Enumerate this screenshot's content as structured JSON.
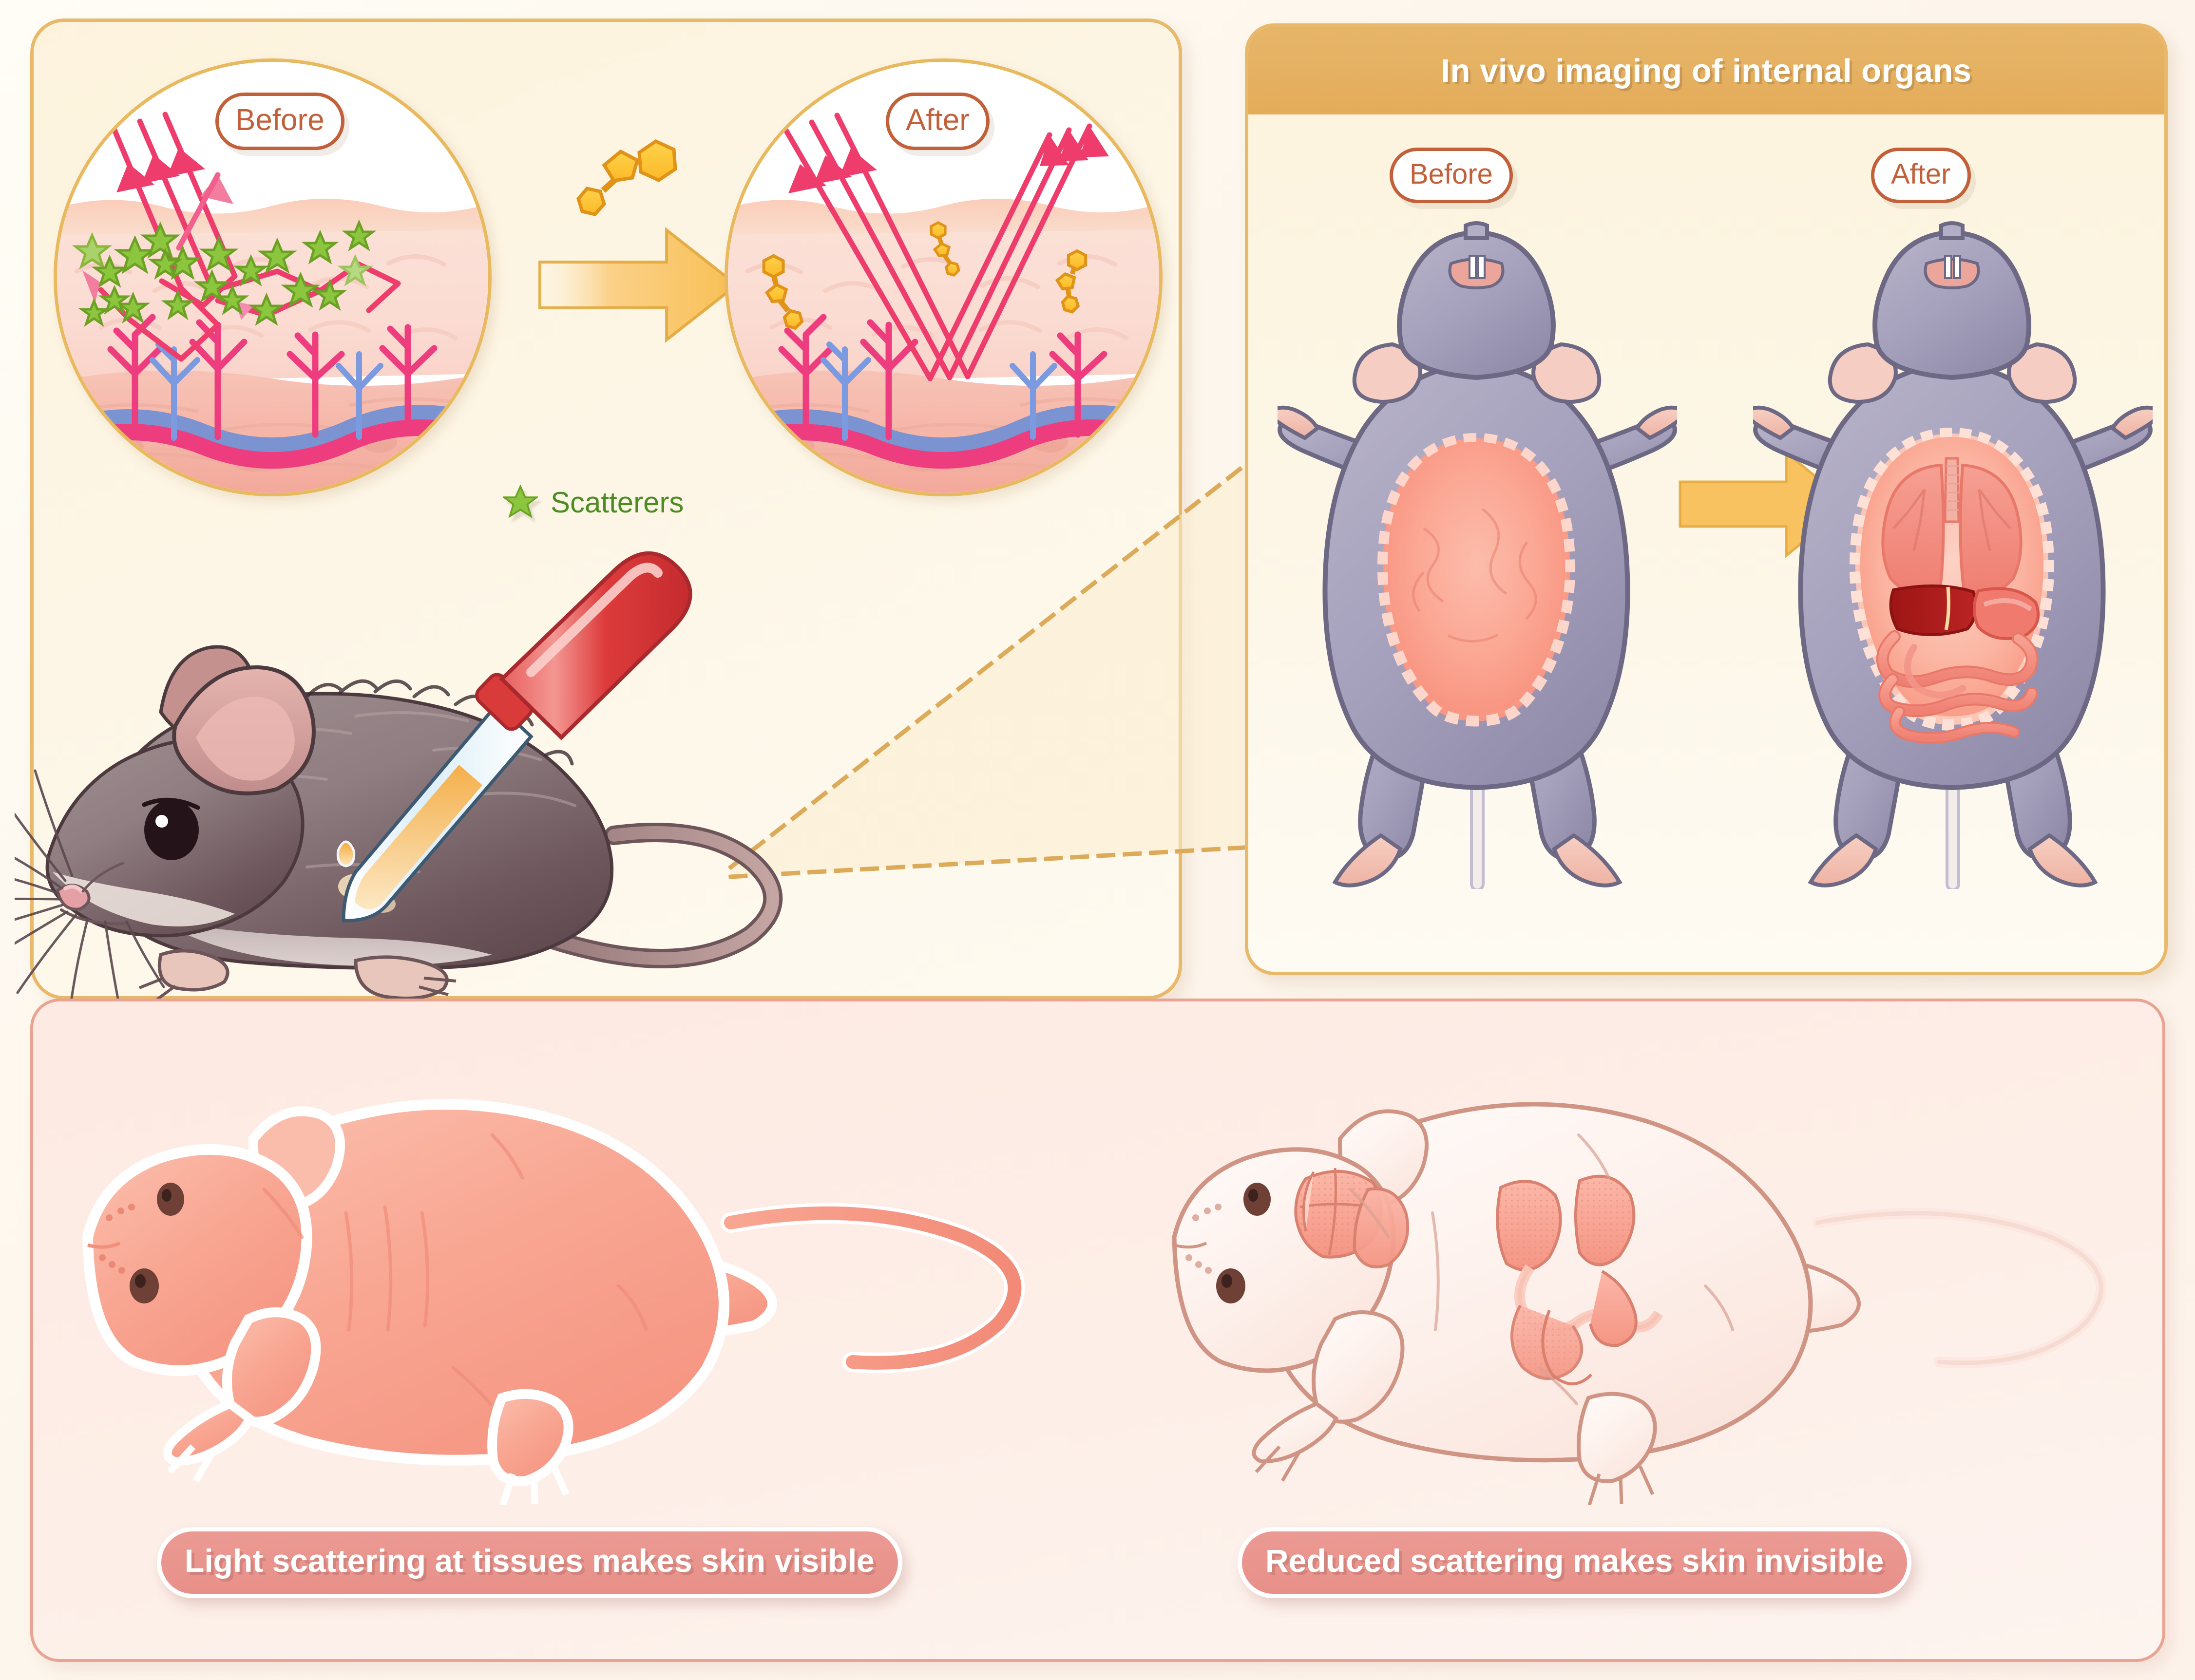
{
  "figure": {
    "type": "scientific-illustration",
    "subject": "Tissue optical clearing with tartrazine dye in mice"
  },
  "panel_scattering": {
    "name": "light-scattering-mechanism",
    "before_badge": "Before",
    "after_badge": "After",
    "legend": {
      "icon": "green-star-icon",
      "label": "Scatterers"
    },
    "arrow": "right-arrow-icon",
    "molecule": "dye-molecule-icon",
    "mouse": {
      "name": "brown-mouse-illustration",
      "dropper": "pipette-dropper-icon",
      "droplet": "dye-droplet-icon"
    },
    "colors": {
      "panel_bg": "#FDF6E6",
      "panel_border": "#E8B96A",
      "badge_border": "#C2603A",
      "light_ray": "#EF3E6D",
      "scatterer": "#86BE32",
      "molecule": "#FBC02D",
      "arrow": "#F6C15A"
    }
  },
  "panel_invivo": {
    "name": "in-vivo-imaging-panel",
    "title": "In vivo imaging of internal organs",
    "before_badge": "Before",
    "after_badge": "After",
    "arrow": "right-arrow-icon",
    "before_mouse": {
      "name": "mouse-dorsal-opaque",
      "abdomen": "opaque-pink-skin-patch"
    },
    "after_mouse": {
      "name": "mouse-dorsal-transparent",
      "organs": [
        "lungs",
        "liver",
        "stomach",
        "intestines"
      ]
    },
    "colors": {
      "header_bg": "#E3AC5A",
      "header_text": "#FFFFFF",
      "body_bg": "#FDF7E9",
      "mouse_fur": "#A8A3BE",
      "skin_patch": "#F79A86",
      "organ_red": "#C0241C"
    }
  },
  "panel_visibility": {
    "name": "skin-visibility-comparison",
    "left": {
      "caption": "Light scattering at tissues makes skin visible",
      "mouse": "nude-mouse-opaque"
    },
    "right": {
      "caption": "Reduced scattering makes skin invisible",
      "mouse": "nude-mouse-transparent",
      "organs": [
        "brain",
        "lungs",
        "liver",
        "intestines"
      ]
    },
    "colors": {
      "panel_bg": "#FDEEE7",
      "panel_border": "#E8A393",
      "pill_bg": "#EB9A93",
      "pill_text": "#FFFFFF",
      "mouse_opaque": "#F7A894",
      "mouse_transparent": "#FDF4F0"
    }
  }
}
